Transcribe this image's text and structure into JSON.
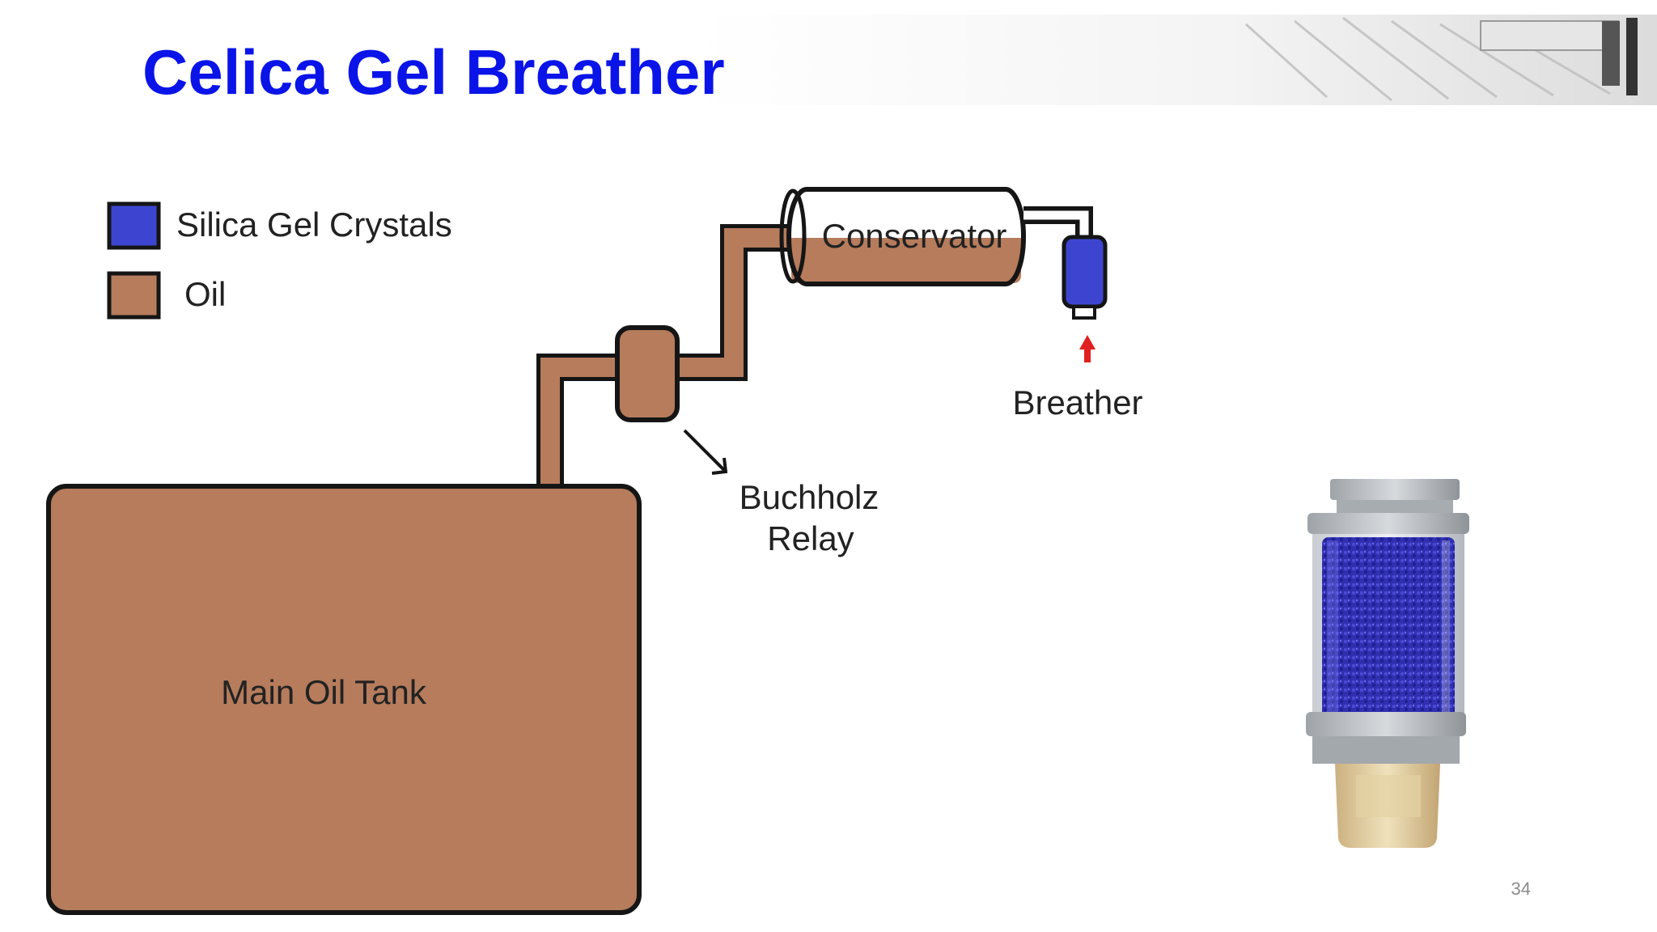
{
  "slide": {
    "title": "Celica Gel Breather",
    "page_number": "34"
  },
  "colors": {
    "title": "#0a14e8",
    "silica_gel": "#3d45d0",
    "oil": "#b67c5c",
    "outline": "#151515",
    "arrow_red": "#e02020"
  },
  "legend": [
    {
      "label": "Silica Gel Crystals",
      "swatch": "silica_gel"
    },
    {
      "label": "Oil",
      "swatch": "oil"
    }
  ],
  "diagram": {
    "main_tank_label": "Main Oil Tank",
    "conservator_label": "Conservator",
    "breather_label": "Breather",
    "buchholz_label_line1": "Buchholz",
    "buchholz_label_line2": "Relay"
  },
  "photo": {
    "subject": "silica gel breather photo"
  }
}
